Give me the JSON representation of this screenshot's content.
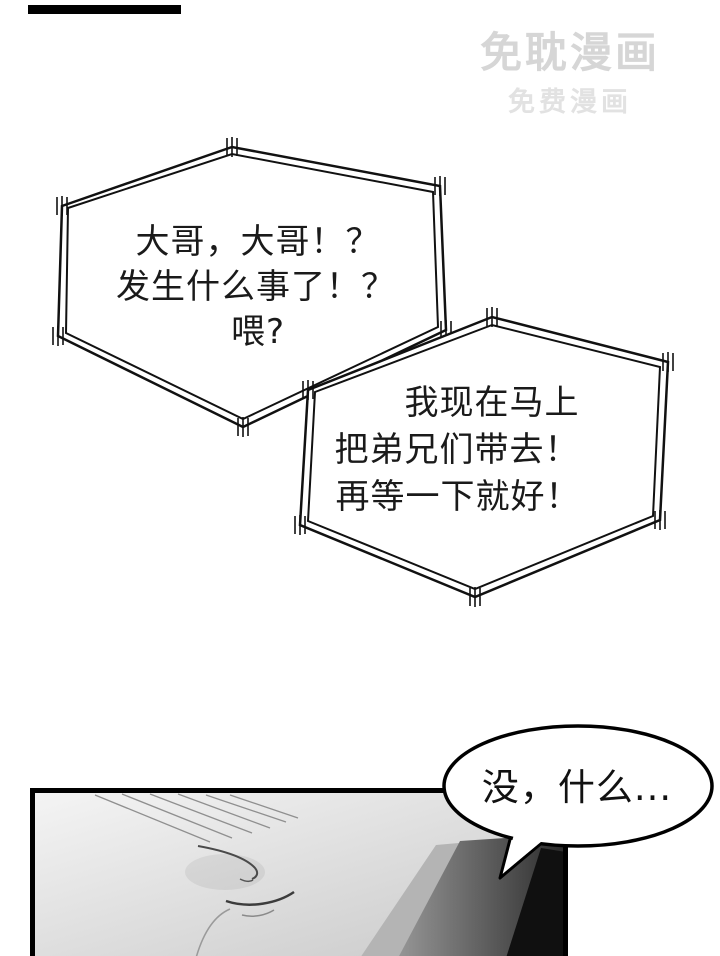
{
  "page": {
    "background": "#ffffff",
    "type": "comic-page"
  },
  "watermark": {
    "line1": "免耽漫画",
    "line2": "免费漫画",
    "color": "#d6d6d6"
  },
  "bubbles": {
    "hex1": {
      "lines": [
        "大哥，大哥！？",
        "发生什么事了！？",
        "喂?"
      ]
    },
    "hex2": {
      "lines": [
        "我现在马上",
        "把弟兄们带去！",
        "再等一下就好！"
      ]
    },
    "round": {
      "text": "没，什么..."
    }
  },
  "colors": {
    "ink": "#111111",
    "panel_border": "#000000",
    "face_light": "#f4f4f4",
    "face_mid": "#c8c8c8",
    "shadow_dark": "#101010"
  }
}
